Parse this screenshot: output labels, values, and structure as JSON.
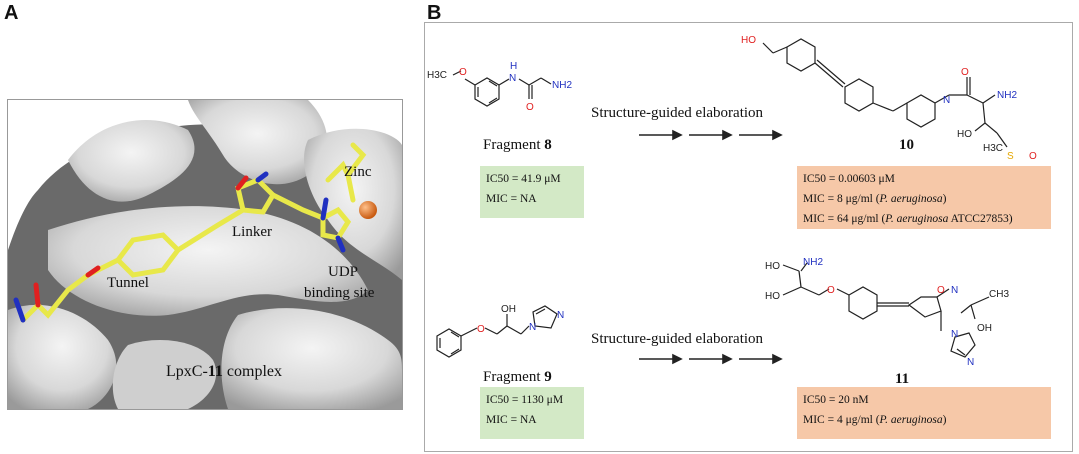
{
  "panels": {
    "a_letter": "A",
    "b_letter": "B"
  },
  "panel_a": {
    "labels": {
      "zinc": "Zinc",
      "linker": "Linker",
      "tunnel": "Tunnel",
      "udp": "UDP",
      "binding_site": "binding site"
    },
    "caption_prefix": "LpxC-",
    "caption_bold": "11",
    "caption_suffix": " complex"
  },
  "panel_b": {
    "row1": {
      "arrow_caption": "Structure-guided elaboration",
      "fragment_prefix": "Fragment ",
      "fragment_num": "8",
      "product_num": "10",
      "fragment_box": {
        "ic50": "IC50 = 41.9 μM",
        "mic": "MIC = NA"
      },
      "product_box": {
        "ic50": "IC50 = 0.00603 μM",
        "mic1_prefix": "MIC = 8 μg/ml (",
        "mic1_italic": "P. aeruginosa",
        "mic1_suffix": ")",
        "mic2_prefix": "MIC = 64 μg/ml (",
        "mic2_italic": "P. aeruginosa",
        "mic2_suffix": " ATCC27853)"
      }
    },
    "row2": {
      "arrow_caption": "Structure-guided elaboration",
      "fragment_prefix": "Fragment ",
      "fragment_num": "9",
      "product_num": "11",
      "fragment_box": {
        "ic50": "IC50 = 1130 μM",
        "mic": "MIC = NA"
      },
      "product_box": {
        "ic50": "IC50 = 20 nM",
        "mic1_prefix": "MIC = 4 μg/ml (",
        "mic1_italic": "P. aeruginosa",
        "mic1_suffix": ")"
      }
    }
  },
  "atoms": {
    "h3c": "H3C",
    "o": "O",
    "n": "N",
    "h": "H",
    "nh2": "NH2",
    "ho": "HO",
    "oh": "OH",
    "s": "S",
    "ch3": "CH3"
  },
  "colors": {
    "green_box": "#d3e9c6",
    "orange_box": "#f6c8a8",
    "ligand": "#e8e84a",
    "oxygen": "#e02020",
    "nitrogen": "#2030c0",
    "zinc": "#e07a2e"
  }
}
